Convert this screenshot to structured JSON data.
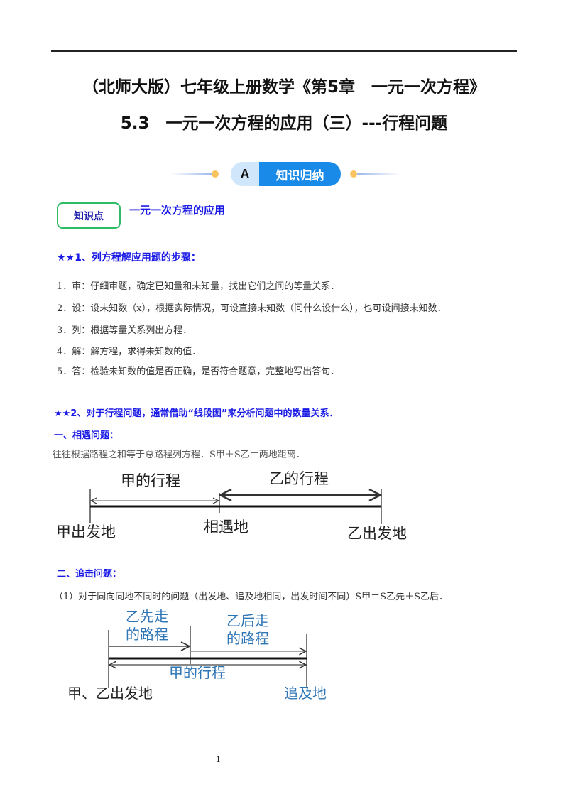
{
  "header": {
    "title_line1": "（北师大版）七年级上册数学《第5章　一元一次方程》",
    "title_line2": "5.3　一元一次方程的应用（三）---行程问题"
  },
  "banner": {
    "letter": "A",
    "label": "知识归纳"
  },
  "knowledge": {
    "badge": "知识点",
    "title": "一元一次方程的应用"
  },
  "section1": {
    "heading": "★★1、列方程解应用题的步骤：",
    "items": [
      "1．审：仔细审题，确定已知量和未知量，找出它们之间的等量关系．",
      "2．设：设未知数（x），根据实际情况，可设直接未知数（问什么设什么），也可设间接未知数．",
      "3．列：根据等量关系列出方程．",
      "4．解：解方程，求得未知数的值．",
      "5．答：检验未知数的值是否正确，是否符合题意，完整地写出答句．"
    ]
  },
  "section2": {
    "heading": "★★2、对于行程问题，通常借助“线段图”来分析问题中的数量关系．",
    "meet": {
      "heading": "一、相遇问题：",
      "text": "往往根据路程之和等于总路程列方程．S甲＋S乙＝两地距离．",
      "diagram": {
        "a_path": "甲的行程",
        "b_path": "乙的行程",
        "a_start": "甲出发地",
        "meet_point": "相遇地",
        "b_start": "乙出发地"
      }
    },
    "chase": {
      "heading": "二、追击问题：",
      "text": "（1）对于同向同地不同时的问题（出发地、追及地相同，出发时间不同）S甲＝S乙先＋S乙后．",
      "diagram": {
        "b_first_1": "乙先走",
        "b_first_2": "的路程",
        "b_after_1": "乙后走",
        "b_after_2": "的路程",
        "a_path": "甲的行程",
        "start": "甲、乙出发地",
        "catch_point": "追及地"
      }
    }
  },
  "footer": {
    "page_number": "1"
  },
  "colors": {
    "heading_blue": "#1a1ae6",
    "banner_blue": "#1a8ae8",
    "badge_green": "#2dbb63",
    "diagram_blue": "#2e75b6"
  }
}
